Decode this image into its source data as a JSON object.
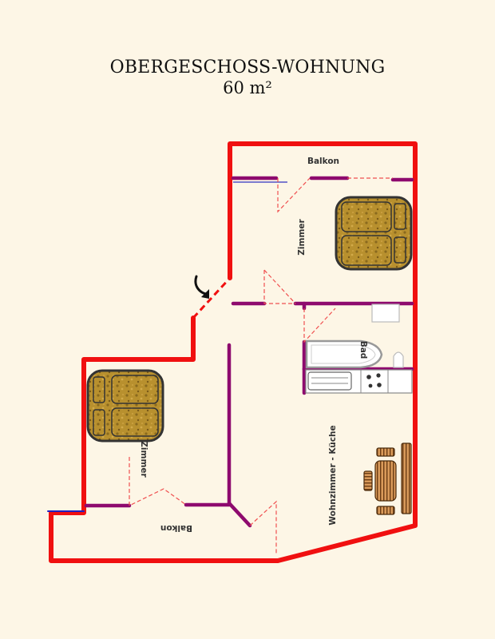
{
  "header": {
    "title": "OBERGESCHOSS-WOHNUNG",
    "area": "60 m²"
  },
  "rooms": {
    "balcony_top": "Balkon",
    "room_right": "Zimmer",
    "bath": "Bad",
    "room_left": "Zimmer",
    "living_kitchen": "Wohnzimmer - Küche",
    "balcony_bottom": "Balkon"
  },
  "colors": {
    "outer_wall": "#f01010",
    "inner_wall": "#8e0a6e",
    "door_swing": "#f05050",
    "bed": "#b8902e",
    "furniture": "#8a5a2a",
    "background": "#fdf6e6"
  }
}
